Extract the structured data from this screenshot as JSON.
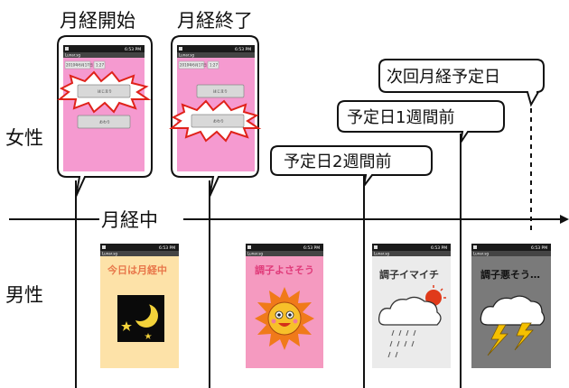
{
  "labels": {
    "female": "女性",
    "male": "男性",
    "period_start": "月経開始",
    "period_end": "月経終了",
    "during_period": "月経中",
    "two_weeks_before": "予定日2週間前",
    "one_week_before": "予定日1週間前",
    "next_period": "次回月経予定日"
  },
  "female_phones": {
    "status_time": "6:53 PM",
    "app_title": "Lunar.sg",
    "date_field": "2010年6月17日",
    "time_field": "1:27",
    "start_button": "はじまり",
    "end_button": "おわり"
  },
  "male_phones": [
    {
      "status_time": "6:53 PM",
      "app_title": "Lunar.sg",
      "message": "今日は月経中",
      "icon": "moon-icon",
      "bg": "#fde2a8",
      "text_color": "#e8774a"
    },
    {
      "status_time": "6:53 PM",
      "app_title": "Lunar.sg",
      "message": "調子よさそう",
      "icon": "sun-icon",
      "bg": "#f59ac0",
      "text_color": "#e03b7a"
    },
    {
      "status_time": "6:53 PM",
      "app_title": "Lunar.sg",
      "message": "調子イマイチ",
      "icon": "cloud-sun-rain-icon",
      "bg": "#ebebeb",
      "text_color": "#333333"
    },
    {
      "status_time": "6:53 PM",
      "app_title": "Lunar.sg",
      "message": "調子悪そう…",
      "icon": "storm-cloud-icon",
      "bg": "#7a7a7a",
      "text_color": "#111111"
    }
  ],
  "colors": {
    "female_screen": "#f59ad0",
    "burst_red": "#e0221a",
    "timeline": "#111111"
  }
}
